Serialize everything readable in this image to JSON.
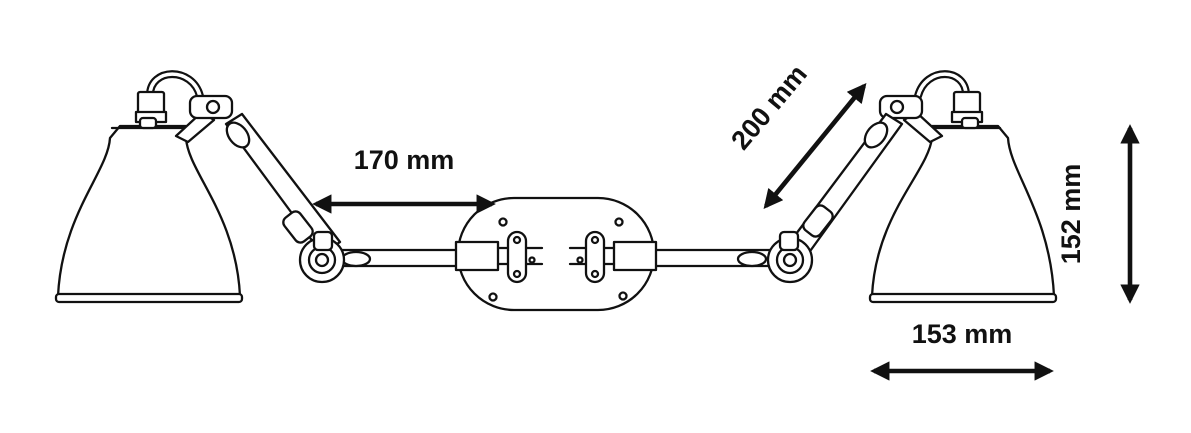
{
  "diagram": {
    "line_color": "#111111",
    "background": "#ffffff",
    "dimensions": {
      "arm_length": "170 mm",
      "upper_arm_length": "200 mm",
      "shade_height": "152 mm",
      "shade_diameter": "153 mm"
    }
  }
}
